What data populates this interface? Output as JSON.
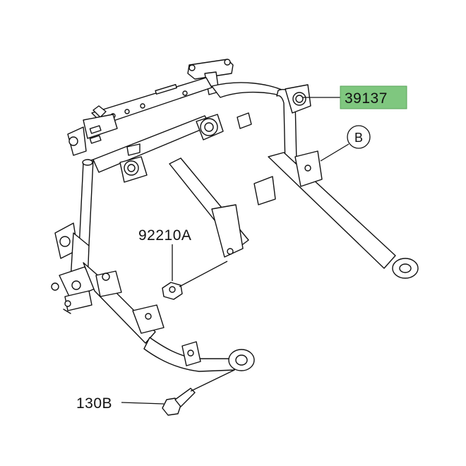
{
  "diagram": {
    "parts": [
      {
        "id": "main",
        "number": "39137",
        "highlighted": true
      },
      {
        "id": "nut",
        "number": "92210A",
        "highlighted": false
      },
      {
        "id": "bolt",
        "number": "130B",
        "highlighted": false
      }
    ],
    "callouts": [
      {
        "id": "ref-b",
        "letter": "B"
      }
    ],
    "colors": {
      "highlight": "#7fc77f",
      "line": "#111111",
      "background": "#ffffff"
    }
  }
}
